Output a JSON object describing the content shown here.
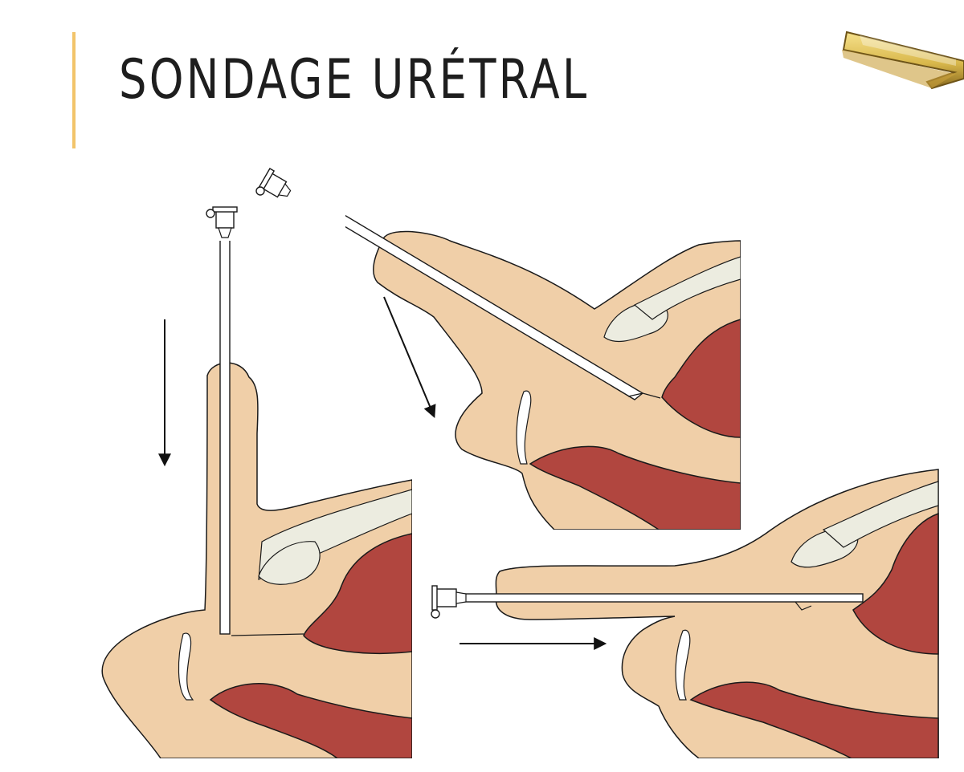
{
  "slide": {
    "title": "SONDAGE URÉTRAL"
  },
  "logo": {
    "icon": "gold-chevron-logo-icon"
  },
  "illustration": {
    "panels": [
      {
        "name": "vertical-insertion",
        "arrow_direction": "down"
      },
      {
        "name": "oblique-insertion",
        "arrow_direction": "down-right"
      },
      {
        "name": "horizontal-insertion",
        "arrow_direction": "right"
      }
    ]
  },
  "colors": {
    "skin": "#f0cfa8",
    "organ": "#b1463f",
    "bone": "#ecece0",
    "outline": "#1a1a1a",
    "accent": "#f2c46a",
    "title": "#1e1e1e",
    "logo_gold": "#d9b84c"
  }
}
